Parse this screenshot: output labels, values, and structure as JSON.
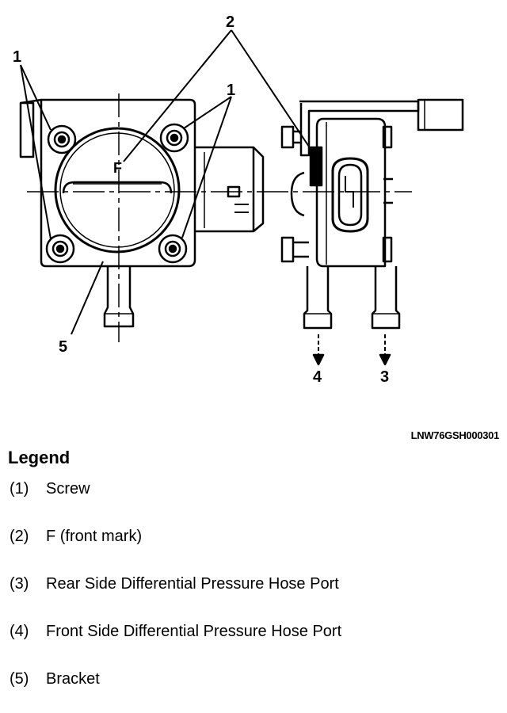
{
  "figure": {
    "callouts": {
      "screw_left": "1",
      "front_mark": "2",
      "screw_right": "1",
      "bracket": "5",
      "front_port": "4",
      "rear_port": "3"
    },
    "front_mark_letter": "F",
    "figure_id": "LNW76GSH000301"
  },
  "legend": {
    "title": "Legend",
    "items": [
      {
        "num": "(1)",
        "label": "Screw"
      },
      {
        "num": "(2)",
        "label": "F (front mark)"
      },
      {
        "num": "(3)",
        "label": "Rear Side Differential Pressure Hose Port"
      },
      {
        "num": "(4)",
        "label": "Front Side Differential Pressure Hose Port"
      },
      {
        "num": "(5)",
        "label": "Bracket"
      }
    ]
  }
}
